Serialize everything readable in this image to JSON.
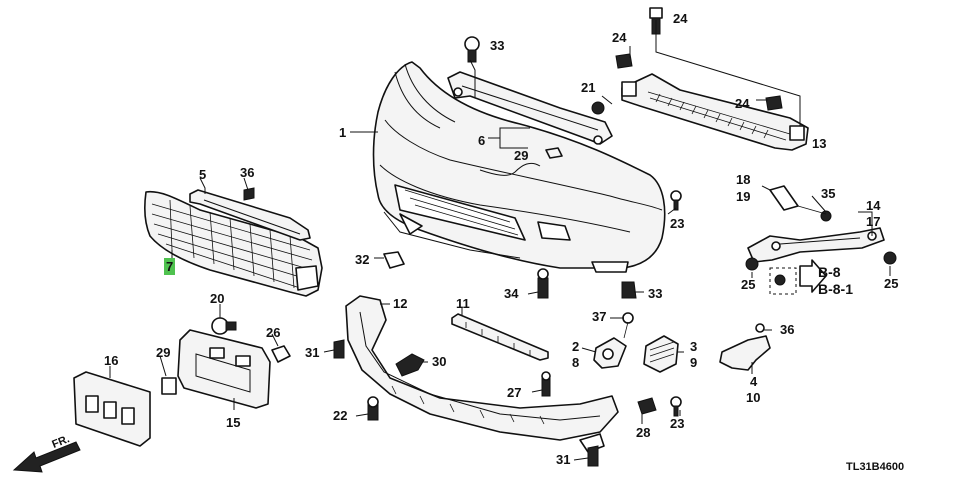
{
  "diagram": {
    "code": "TL31B4600",
    "fr": "FR.",
    "ref_b8": "B-8",
    "ref_b81": "B-8-1",
    "labels": {
      "n1": "1",
      "n2": "2",
      "n3": "3",
      "n4": "4",
      "n5": "5",
      "n6": "6",
      "n7": "7",
      "n8": "8",
      "n9": "9",
      "n10": "10",
      "n11": "11",
      "n12": "12",
      "n13": "13",
      "n14": "14",
      "n15": "15",
      "n16": "16",
      "n17": "17",
      "n18": "18",
      "n19": "19",
      "n20": "20",
      "n21": "21",
      "n22": "22",
      "n23a": "23",
      "n23b": "23",
      "n24a": "24",
      "n24b": "24",
      "n24c": "24",
      "n25a": "25",
      "n25b": "25",
      "n26": "26",
      "n27": "27",
      "n28": "28",
      "n29a": "29",
      "n29b": "29",
      "n30": "30",
      "n31a": "31",
      "n31b": "31",
      "n32": "32",
      "n33a": "33",
      "n33b": "33",
      "n34": "34",
      "n35": "35",
      "n36a": "36",
      "n36b": "36",
      "n37": "37"
    },
    "highlight_color": "#4fc24f"
  }
}
